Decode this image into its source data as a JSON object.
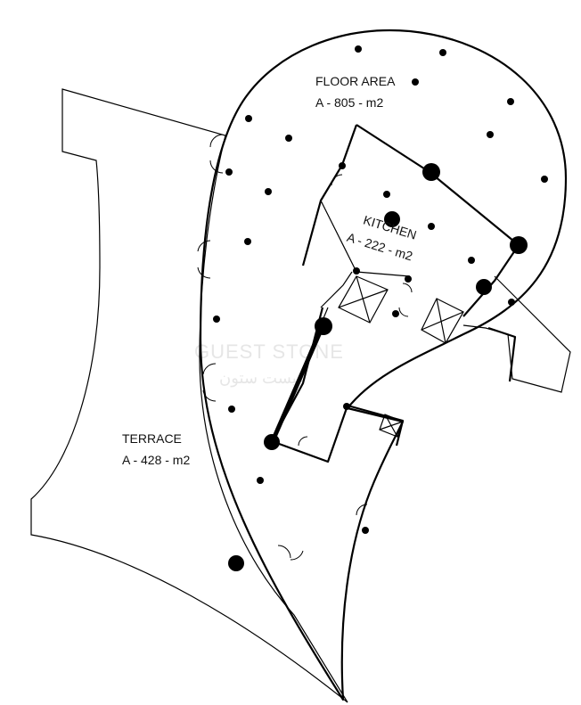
{
  "floor_area": {
    "title": "FLOOR AREA",
    "area": "A - 805 - m2"
  },
  "kitchen": {
    "title": "KITCHEN",
    "area": "A - 222 - m2"
  },
  "terrace": {
    "title": "TERRACE",
    "area": "A - 428 - m2"
  },
  "watermark": {
    "line1": "GUEST STONE",
    "line2": "غيست ستون"
  },
  "colors": {
    "ink": "#000000",
    "watermark": "#e6e6e6",
    "background": "#ffffff"
  }
}
